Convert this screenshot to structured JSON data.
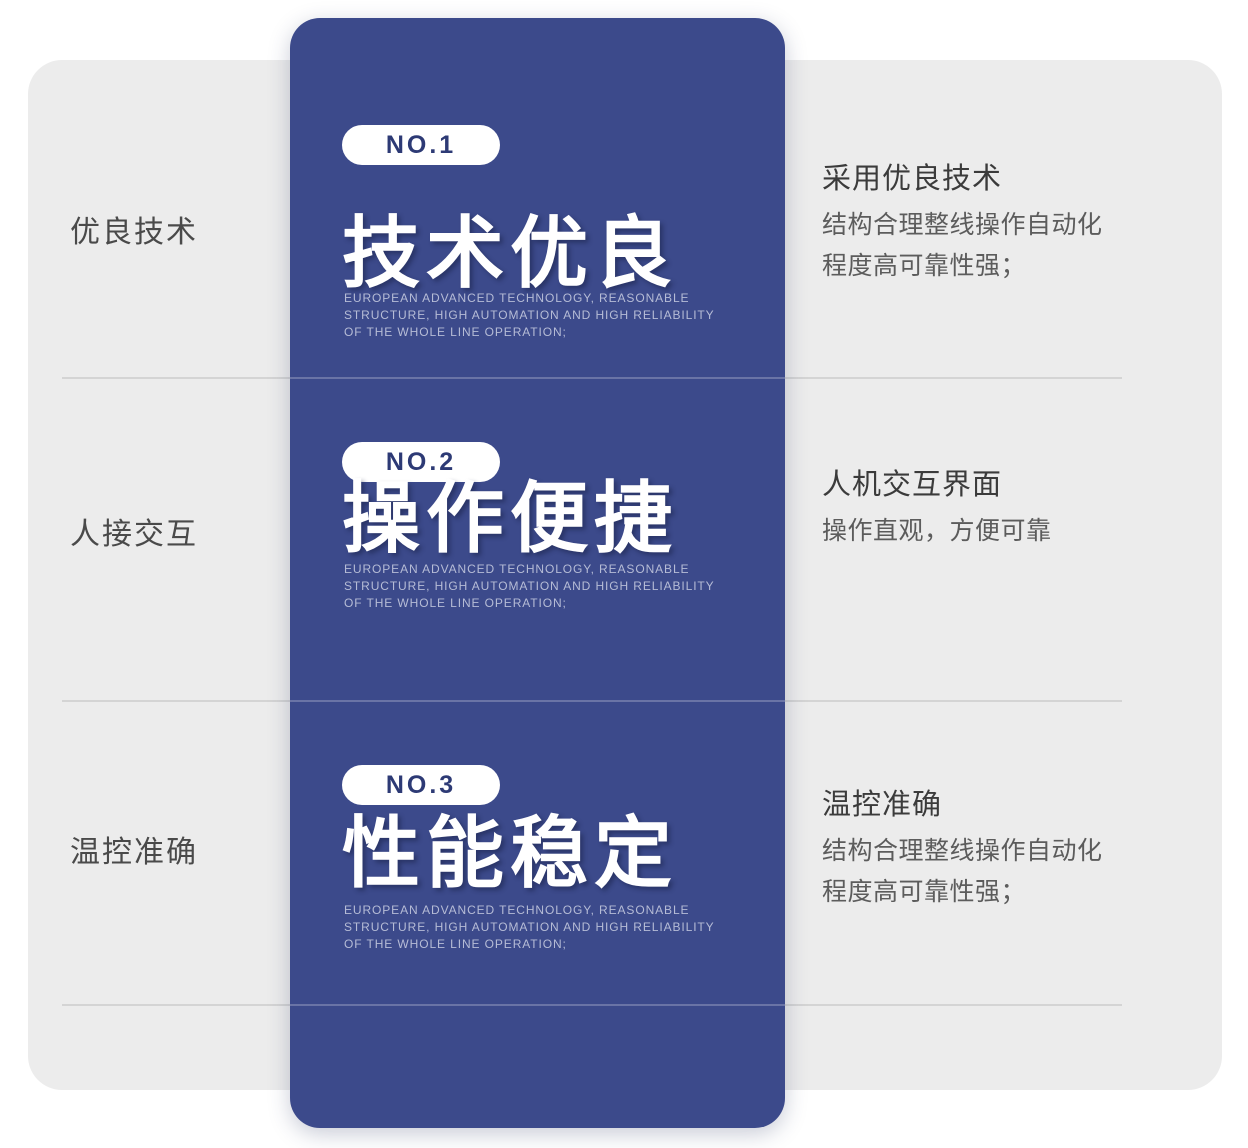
{
  "theme": {
    "blue": "#3c4a8b",
    "panel_grey": "#ececec",
    "badge_text": "#2d3a75",
    "english_text": "#b6bcd6"
  },
  "rows": [
    {
      "left_label": "优良技术",
      "badge": "NO.1",
      "title": "技术优良",
      "english": [
        "EUROPEAN ADVANCED TECHNOLOGY, REASONABLE",
        "STRUCTURE, HIGH AUTOMATION AND HIGH RELIABILITY",
        "OF THE WHOLE LINE OPERATION;"
      ],
      "right_head": "采用优良技术",
      "right_lines": [
        "结构合理整线操作自动化",
        "程度高可靠性强；"
      ]
    },
    {
      "left_label": "人接交互",
      "badge": "NO.2",
      "title": "操作便捷",
      "english": [
        "EUROPEAN ADVANCED TECHNOLOGY, REASONABLE",
        "STRUCTURE, HIGH AUTOMATION AND HIGH RELIABILITY",
        "OF THE WHOLE LINE OPERATION;"
      ],
      "right_head": "人机交互界面",
      "right_lines": [
        "操作直观，方便可靠"
      ]
    },
    {
      "left_label": "温控准确",
      "badge": "NO.3",
      "title": "性能稳定",
      "english": [
        "EUROPEAN ADVANCED TECHNOLOGY, REASONABLE",
        "STRUCTURE, HIGH AUTOMATION AND HIGH RELIABILITY",
        "OF THE WHOLE LINE OPERATION;"
      ],
      "right_head": "温控准确",
      "right_lines": [
        "结构合理整线操作自动化",
        "程度高可靠性强；"
      ]
    }
  ]
}
